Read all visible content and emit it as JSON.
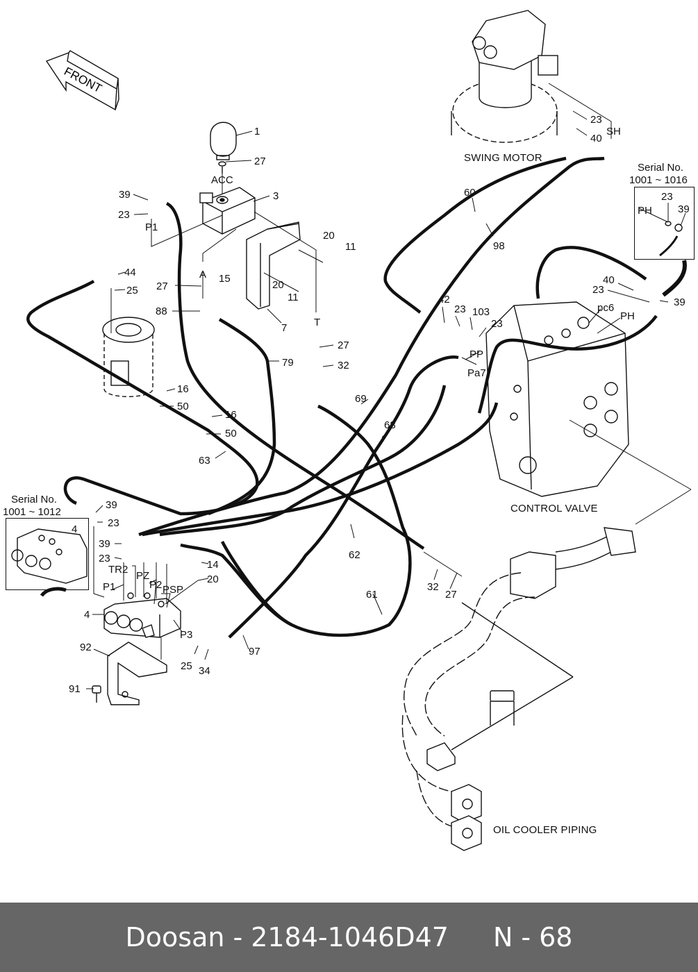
{
  "footer": {
    "brand": "Doosan",
    "separator": "-",
    "part_number": "2184-1046D47",
    "page_section": "N",
    "page_number": "68"
  },
  "front_arrow": {
    "label": "FRONT"
  },
  "components": {
    "swing_motor": "SWING MOTOR",
    "control_valve": "CONTROL VALVE",
    "oil_cooler_piping": "OIL COOLER PIPING"
  },
  "insets": [
    {
      "serial_label": "Serial No.",
      "serial_range": "1001 ~ 1016",
      "items": [
        "23",
        "39"
      ],
      "ports": [
        "PH"
      ]
    },
    {
      "serial_label": "Serial No.",
      "serial_range": "1001 ~ 1012",
      "items": [
        "4"
      ]
    }
  ],
  "ports": {
    "acc": "ACC",
    "p1_top": "P1",
    "a": "A",
    "t": "T",
    "sh": "SH",
    "pc6": "pc6",
    "ph": "PH",
    "pp": "PP",
    "pa7": "Pa7",
    "tr2": "TR2",
    "pz": "PZ",
    "p1_block": "P1",
    "p2": "P2",
    "psp": "PSP",
    "p3": "P3"
  },
  "callouts": [
    {
      "id": "c1",
      "text": "1"
    },
    {
      "id": "c27a",
      "text": "27"
    },
    {
      "id": "c3",
      "text": "3"
    },
    {
      "id": "c39a",
      "text": "39"
    },
    {
      "id": "c23a",
      "text": "23"
    },
    {
      "id": "c20a",
      "text": "20"
    },
    {
      "id": "c11a",
      "text": "11"
    },
    {
      "id": "c44",
      "text": "44"
    },
    {
      "id": "c25a",
      "text": "25"
    },
    {
      "id": "c27b",
      "text": "27"
    },
    {
      "id": "c15",
      "text": "15"
    },
    {
      "id": "c20b",
      "text": "20"
    },
    {
      "id": "c11b",
      "text": "11"
    },
    {
      "id": "c88",
      "text": "88"
    },
    {
      "id": "c7",
      "text": "7"
    },
    {
      "id": "c27c",
      "text": "27"
    },
    {
      "id": "c32a",
      "text": "32"
    },
    {
      "id": "c79",
      "text": "79"
    },
    {
      "id": "c16a",
      "text": "16"
    },
    {
      "id": "c50a",
      "text": "50"
    },
    {
      "id": "c16b",
      "text": "16"
    },
    {
      "id": "c50b",
      "text": "50"
    },
    {
      "id": "c63",
      "text": "63"
    },
    {
      "id": "c69",
      "text": "69"
    },
    {
      "id": "c68",
      "text": "68"
    },
    {
      "id": "c60",
      "text": "60"
    },
    {
      "id": "c98",
      "text": "98"
    },
    {
      "id": "c23b",
      "text": "23"
    },
    {
      "id": "c40a",
      "text": "40"
    },
    {
      "id": "c42",
      "text": "42"
    },
    {
      "id": "c23c",
      "text": "23"
    },
    {
      "id": "c103",
      "text": "103"
    },
    {
      "id": "c23d",
      "text": "23"
    },
    {
      "id": "c40b",
      "text": "40"
    },
    {
      "id": "c23e",
      "text": "23"
    },
    {
      "id": "c39b",
      "text": "39"
    },
    {
      "id": "c39c",
      "text": "39"
    },
    {
      "id": "c23f",
      "text": "23"
    },
    {
      "id": "c39d",
      "text": "39"
    },
    {
      "id": "c23g",
      "text": "23"
    },
    {
      "id": "c14",
      "text": "14"
    },
    {
      "id": "c20c",
      "text": "20"
    },
    {
      "id": "c4",
      "text": "4"
    },
    {
      "id": "c92",
      "text": "92"
    },
    {
      "id": "c91",
      "text": "91"
    },
    {
      "id": "c25b",
      "text": "25"
    },
    {
      "id": "c34",
      "text": "34"
    },
    {
      "id": "c97",
      "text": "97"
    },
    {
      "id": "c62",
      "text": "62"
    },
    {
      "id": "c61",
      "text": "61"
    },
    {
      "id": "c32b",
      "text": "32"
    },
    {
      "id": "c27d",
      "text": "27"
    }
  ]
}
